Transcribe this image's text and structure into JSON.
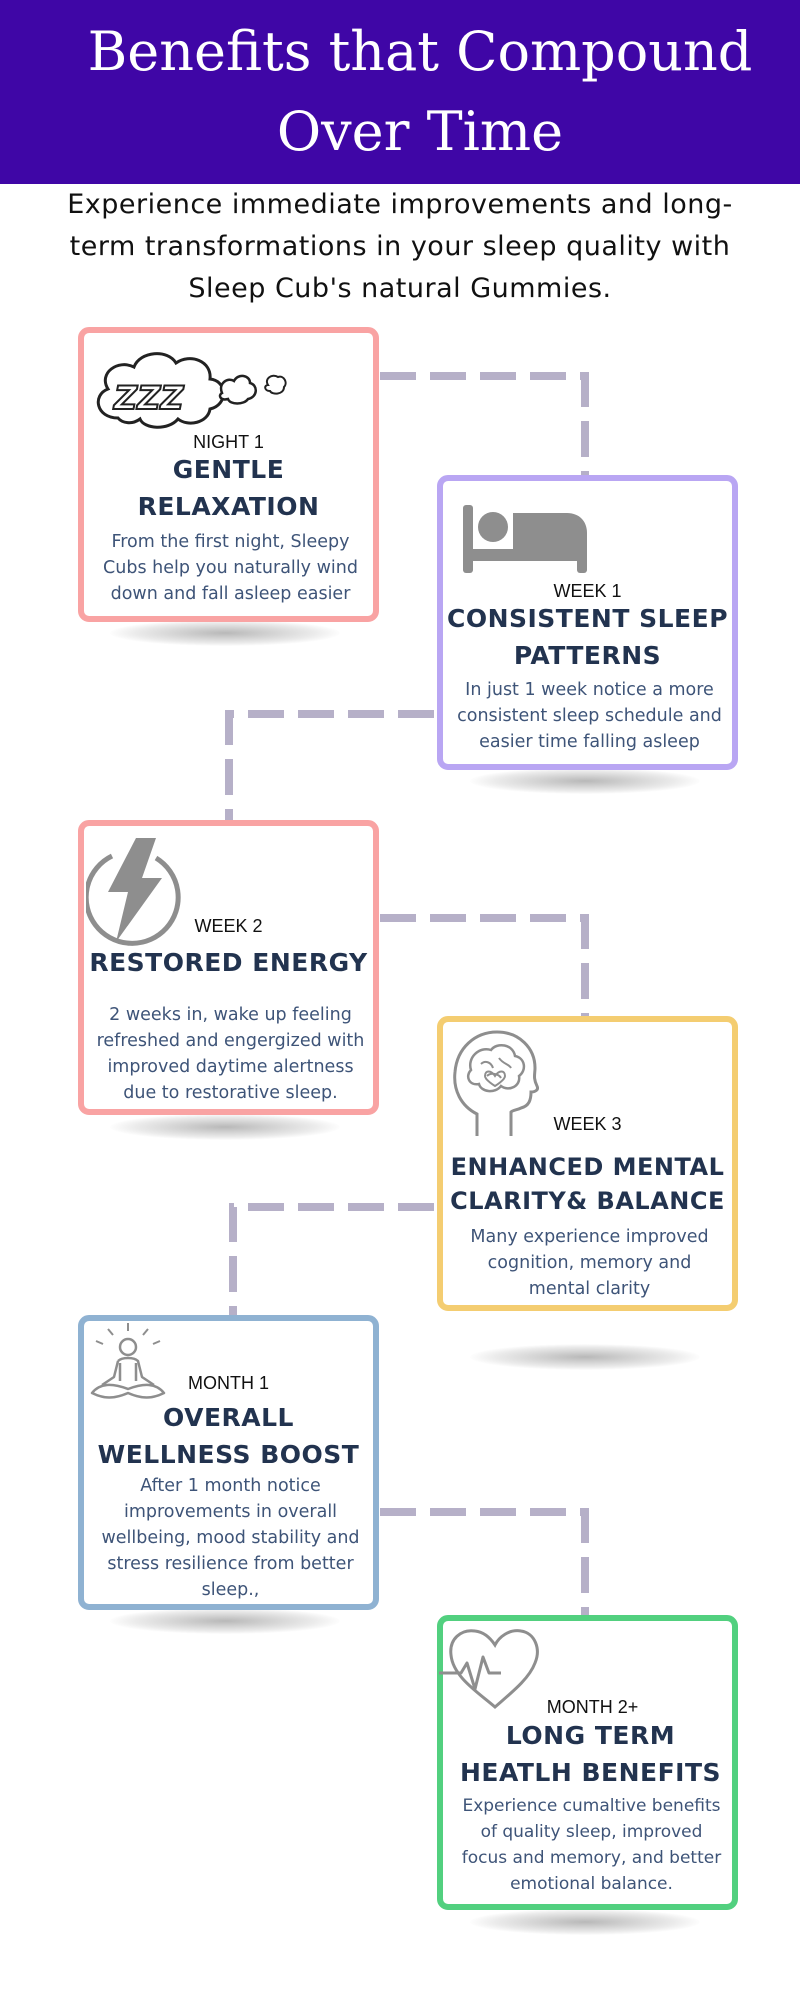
{
  "header": {
    "title_line1": "Benefits that Compound",
    "title_line2": "Over Time"
  },
  "subtitle": "Experience immediate improvements and long-term transformations in your sleep quality with Sleep Cub's natural Gummies.",
  "colors": {
    "header_bg": "#3f06a6",
    "connector": "#b6b0c8",
    "title_text": "#22334f",
    "desc_text": "#3e5478",
    "icon_gray": "#8e8e8e"
  },
  "stages": [
    {
      "period": "NIGHT 1",
      "title_lines": [
        "GENTLE",
        "RELAXATION"
      ],
      "desc_lines": [
        "From the first night, Sleepy",
        "Cubs help you naturally wind",
        "down and fall asleep easier"
      ],
      "border_color": "#f9a3a3",
      "icon": "zzz-cloud-icon",
      "icon_text": "ZZZ"
    },
    {
      "period": "WEEK 1",
      "title_lines": [
        "CONSISTENT SLEEP",
        "PATTERNS"
      ],
      "desc_lines": [
        "In just 1 week notice a  more",
        "consistent sleep schedule and",
        "easier  time falling asleep"
      ],
      "border_color": "#b9a6f3",
      "icon": "bed-icon"
    },
    {
      "period": "WEEK 2",
      "title_lines": [
        "RESTORED ENERGY"
      ],
      "desc_lines": [
        "2 weeks in, wake up feeling",
        "refreshed and engergized with",
        "improved daytime alertness",
        "due to restorative sleep."
      ],
      "border_color": "#f9a3a3",
      "icon": "lightning-icon"
    },
    {
      "period": "WEEK 3",
      "title_lines": [
        "ENHANCED MENTAL",
        "CLARITY& BALANCE"
      ],
      "desc_lines": [
        "Many experience improved",
        "cognition, memory and",
        "mental clarity"
      ],
      "border_color": "#f4cd71",
      "icon": "brain-head-icon"
    },
    {
      "period": "MONTH 1",
      "title_lines": [
        "OVERALL",
        "WELLNESS BOOST"
      ],
      "desc_lines": [
        "After 1  month  notice",
        "improvements in overall",
        "wellbeing, mood stability and",
        "stress resilience from better",
        "sleep.,"
      ],
      "border_color": "#8fb2d2",
      "icon": "meditation-icon"
    },
    {
      "period": "MONTH 2+",
      "title_lines": [
        "LONG TERM",
        "HEATLH BENEFITS"
      ],
      "desc_lines": [
        "Experience cumaltive benefits",
        "of quality sleep, improved",
        "focus and memory, and better",
        "emotional balance."
      ],
      "border_color": "#52d07f",
      "icon": "heart-pulse-icon"
    }
  ]
}
